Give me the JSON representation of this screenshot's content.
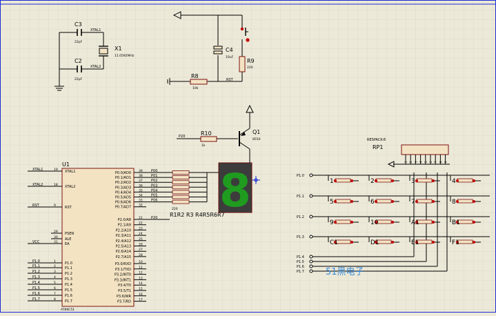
{
  "theme": {
    "background": "#ece9d8",
    "grid": "#d3d0bf",
    "wire": "#000000",
    "component_outline": "#7a0f0f",
    "component_fill": "#f3e3c3",
    "display_bg": "#3c3c3c",
    "display_segment": "#1f9b1f",
    "watermark": "#3c8bd6",
    "pin_dot": "#c00000",
    "selection": "#1a2bd6"
  },
  "crystal": {
    "c3": {
      "ref": "C3",
      "value": "22pF"
    },
    "c2": {
      "ref": "C2",
      "value": "22pF"
    },
    "x1": {
      "ref": "X1",
      "value": "11.0592MHz"
    },
    "net_xtal1": "XTAL1",
    "net_xtal2": "XTAL2"
  },
  "reset": {
    "c4": {
      "ref": "C4",
      "value": "10uF"
    },
    "r9": {
      "ref": "R9",
      "value": "220"
    },
    "r8": {
      "ref": "R8",
      "value": "10k"
    },
    "net_rst": "RST"
  },
  "driver": {
    "r10": {
      "ref": "R10",
      "value": "1k"
    },
    "q1": {
      "ref": "Q1",
      "value": "8550"
    },
    "net_p20": "P20"
  },
  "mcu": {
    "ref": "U1",
    "part": "AT89C51",
    "left_pins": [
      {
        "name": "XTAL1",
        "num": "19",
        "net": "XTAL1"
      },
      {
        "name": "XTAL2",
        "num": "18",
        "net": "XTAL2"
      },
      {
        "name": "RST",
        "num": "9",
        "net": "RST"
      },
      {
        "name": "PSEN",
        "num": "29",
        "net": ""
      },
      {
        "name": "ALE",
        "num": "30",
        "net": ""
      },
      {
        "name": "EA",
        "num": "31",
        "net": "VCC"
      },
      {
        "name": "P1.0",
        "num": "1",
        "net": "P1.0"
      },
      {
        "name": "P1.1",
        "num": "2",
        "net": "P1.1"
      },
      {
        "name": "P1.2",
        "num": "3",
        "net": "P1.2"
      },
      {
        "name": "P1.3",
        "num": "4",
        "net": "P1.3"
      },
      {
        "name": "P1.4",
        "num": "5",
        "net": "P1.4"
      },
      {
        "name": "P1.5",
        "num": "6",
        "net": "P1.5"
      },
      {
        "name": "P1.6",
        "num": "7",
        "net": "P1.6"
      },
      {
        "name": "P1.7",
        "num": "8",
        "net": "P1.7"
      }
    ],
    "right_pins": [
      {
        "name": "P0.0/AD0",
        "num": "39",
        "net": "P00"
      },
      {
        "name": "P0.1/AD1",
        "num": "38",
        "net": "P01"
      },
      {
        "name": "P0.2/AD2",
        "num": "37",
        "net": "P02"
      },
      {
        "name": "P0.3/AD3",
        "num": "36",
        "net": "P03"
      },
      {
        "name": "P0.4/AD4",
        "num": "35",
        "net": "P04"
      },
      {
        "name": "P0.5/AD5",
        "num": "34",
        "net": "P05"
      },
      {
        "name": "P0.6/AD6",
        "num": "33",
        "net": "P06"
      },
      {
        "name": "P0.7/AD7",
        "num": "32",
        "net": ""
      },
      {
        "name": "P2.0/A8",
        "num": "21",
        "net": "P20"
      },
      {
        "name": "P2.1/A9",
        "num": "22",
        "net": ""
      },
      {
        "name": "P2.2/A10",
        "num": "23",
        "net": ""
      },
      {
        "name": "P2.3/A11",
        "num": "24",
        "net": ""
      },
      {
        "name": "P2.4/A12",
        "num": "25",
        "net": ""
      },
      {
        "name": "P2.5/A13",
        "num": "26",
        "net": ""
      },
      {
        "name": "P2.6/A14",
        "num": "27",
        "net": ""
      },
      {
        "name": "P2.7/A15",
        "num": "28",
        "net": ""
      },
      {
        "name": "P3.0/RXD",
        "num": "10",
        "net": ""
      },
      {
        "name": "P3.1/TXD",
        "num": "11",
        "net": ""
      },
      {
        "name": "P3.2/INT0",
        "num": "12",
        "net": ""
      },
      {
        "name": "P3.3/INT1",
        "num": "13",
        "net": ""
      },
      {
        "name": "P3.4/T0",
        "num": "14",
        "net": ""
      },
      {
        "name": "P3.5/T1",
        "num": "15",
        "net": ""
      },
      {
        "name": "P3.6/WR",
        "num": "16",
        "net": ""
      },
      {
        "name": "P3.7/RD",
        "num": "17",
        "net": ""
      }
    ]
  },
  "resistor_array": {
    "labels": "R1R2 R3 R4R5R6R7",
    "value": "220"
  },
  "seven_segment": {
    "digit": "8"
  },
  "respack": {
    "part": "RESPACK-8",
    "ref": "RP1",
    "pins": [
      "1",
      "2",
      "3",
      "4",
      "5",
      "6",
      "7",
      "8",
      "9"
    ]
  },
  "keypad": {
    "row_nets": [
      "P1.0",
      "P1.1",
      "P1.2",
      "P1.3"
    ],
    "col_nets": [
      "P1.4",
      "P1.5",
      "P1.6",
      "P1.7"
    ],
    "keys": [
      [
        "1",
        "2",
        "3",
        "4"
      ],
      [
        "5",
        "6",
        "7",
        "8"
      ],
      [
        "9",
        "10",
        "A1",
        "B1"
      ],
      [
        "C1",
        "D1",
        "E1",
        "F1"
      ]
    ]
  },
  "watermark": "51黑电子"
}
